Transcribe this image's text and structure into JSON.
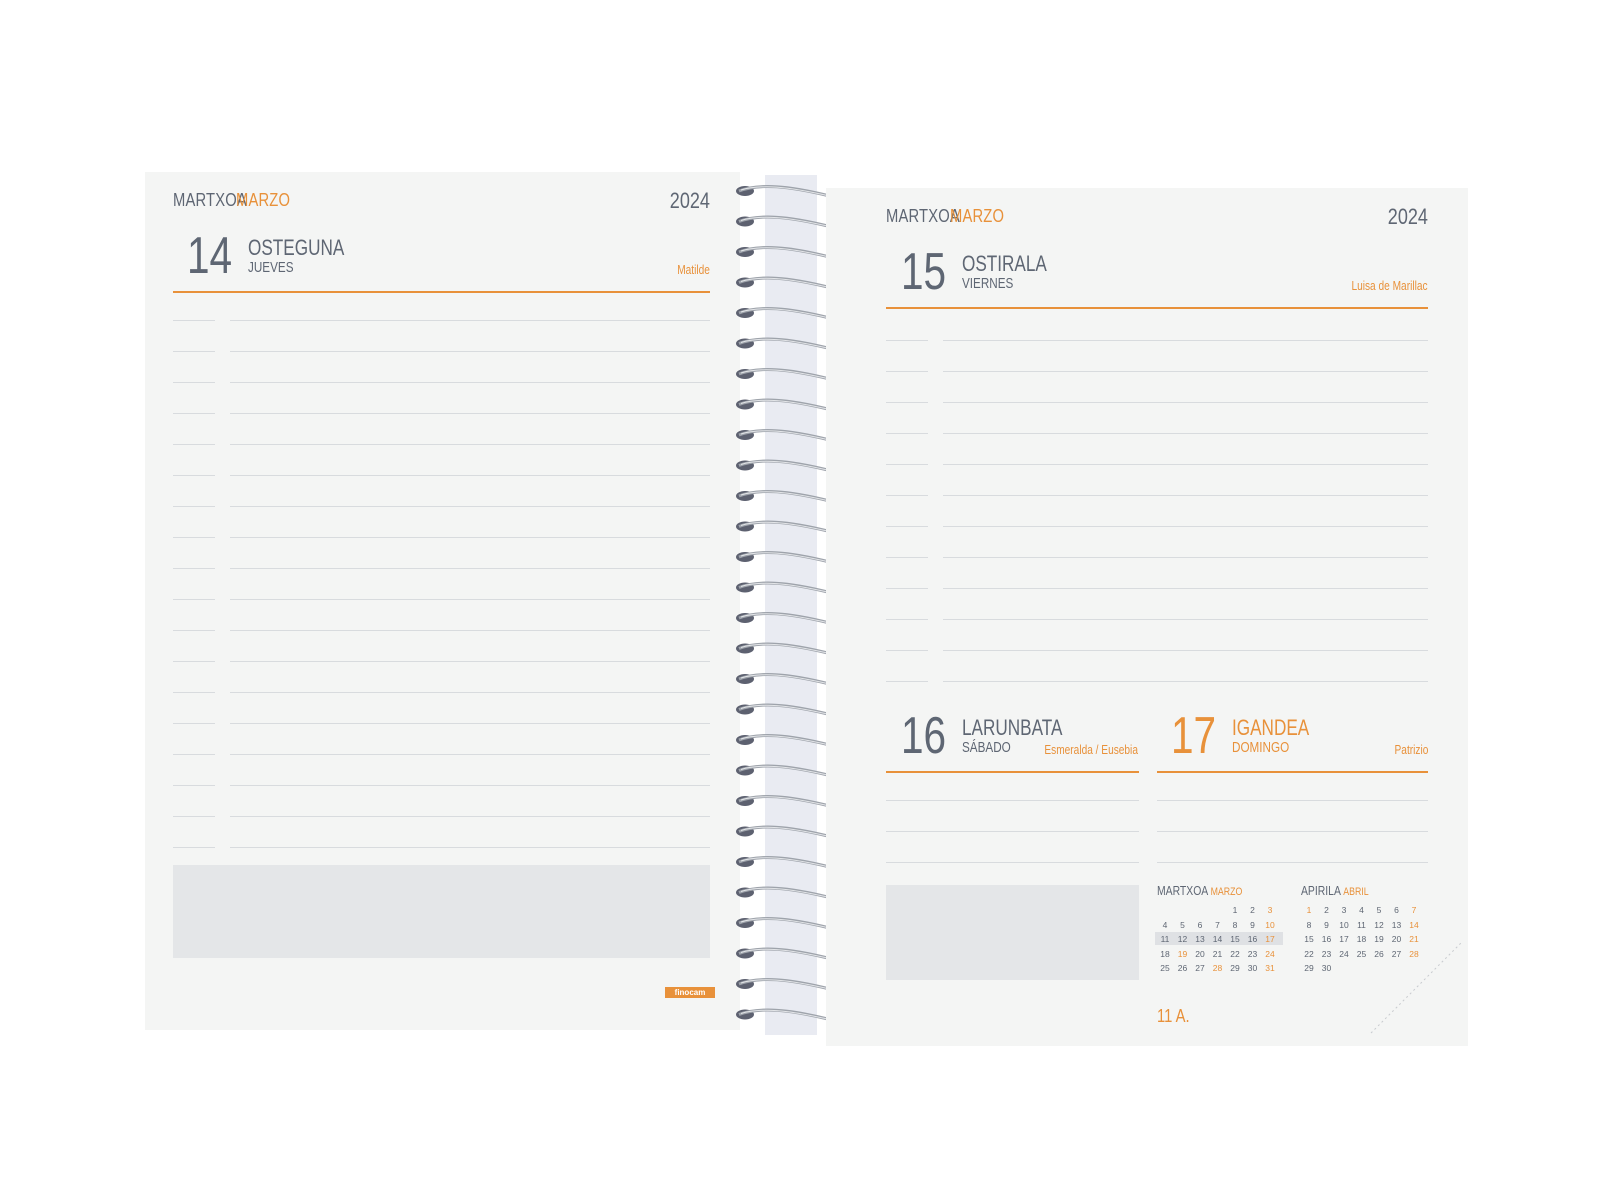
{
  "left_page": {
    "month_eu": "MARTXOA",
    "month_es": "MARZO",
    "year": "2024",
    "day_number": "14",
    "day_name_eu": "OSTEGUNA",
    "day_name_es": "JUEVES",
    "saint": "Matilde",
    "brand": "finocam"
  },
  "right_page": {
    "month_eu": "MARTXOA",
    "month_es": "MARZO",
    "year": "2024",
    "day_number": "15",
    "day_name_eu": "OSTIRALA",
    "day_name_es": "VIERNES",
    "saint": "Luisa de Marillac",
    "saturday": {
      "day_number": "16",
      "day_name_eu": "LARUNBATA",
      "day_name_es": "SÁBADO",
      "saint": "Esmeralda / Eusebia"
    },
    "sunday": {
      "day_number": "17",
      "day_name_eu": "IGANDEA",
      "day_name_es": "DOMINGO",
      "saint": "Patrizio"
    },
    "week_label": "11 A."
  },
  "mini_calendars": [
    {
      "title_eu": "MARTXOA",
      "title_es": "MARZO",
      "weeks": [
        [
          "",
          "",
          "",
          "",
          "1",
          "2",
          "3"
        ],
        [
          "4",
          "5",
          "6",
          "7",
          "8",
          "9",
          "10"
        ],
        [
          "11",
          "12",
          "13",
          "14",
          "15",
          "16",
          "17"
        ],
        [
          "18",
          "19",
          "20",
          "21",
          "22",
          "23",
          "24"
        ],
        [
          "25",
          "26",
          "27",
          "28",
          "29",
          "30",
          "31"
        ]
      ],
      "highlighted_week": 2,
      "holidays": [
        "19",
        "28"
      ]
    },
    {
      "title_eu": "APIRILA",
      "title_es": "ABRIL",
      "weeks": [
        [
          "1",
          "2",
          "3",
          "4",
          "5",
          "6",
          "7"
        ],
        [
          "8",
          "9",
          "10",
          "11",
          "12",
          "13",
          "14"
        ],
        [
          "15",
          "16",
          "17",
          "18",
          "19",
          "20",
          "21"
        ],
        [
          "22",
          "23",
          "24",
          "25",
          "26",
          "27",
          "28"
        ],
        [
          "29",
          "30",
          "",
          "",
          "",
          "",
          ""
        ]
      ],
      "highlighted_week": -1,
      "holidays": [
        "1"
      ]
    }
  ],
  "colors": {
    "accent": "#e8913a",
    "text": "#5e6673",
    "paper": "#f4f5f4",
    "note_box": "#e4e6e8"
  }
}
